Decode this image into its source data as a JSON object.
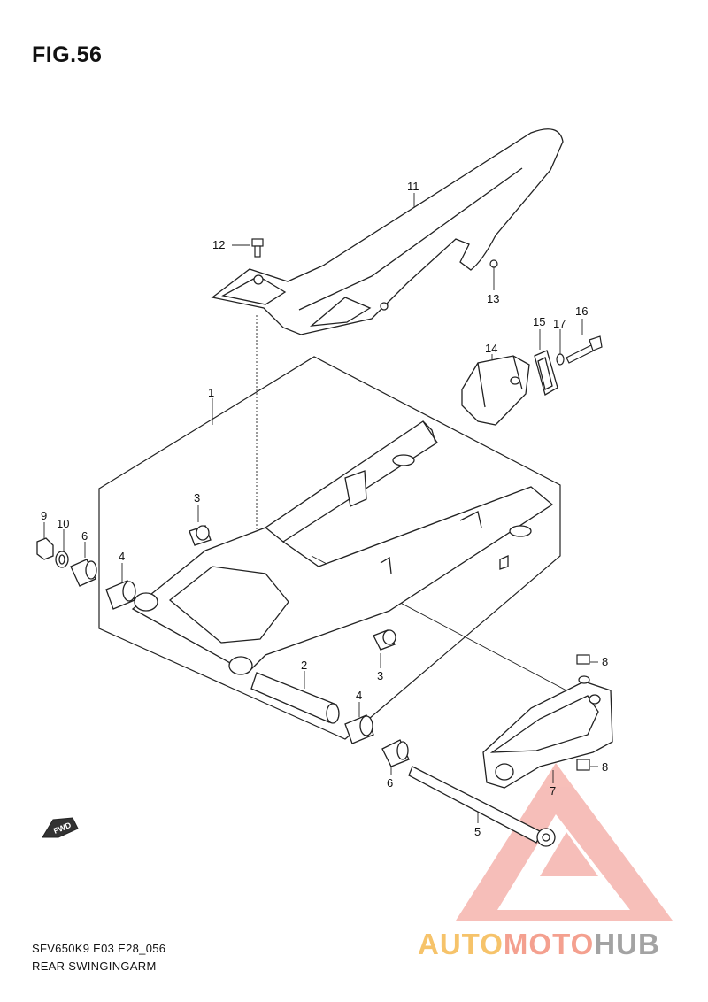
{
  "figure_title": "FIG.56",
  "caption": {
    "model_code": "SFV650K9 E03 E28_056",
    "group_name": "REAR SWINGINGARM"
  },
  "fwd_arrow_label": "FWD",
  "callouts": {
    "c1": "1",
    "c2": "2",
    "c3a": "3",
    "c3b": "3",
    "c4a": "4",
    "c4b": "4",
    "c5": "5",
    "c6a": "6",
    "c6b": "6",
    "c7": "7",
    "c8a": "8",
    "c8b": "8",
    "c9": "9",
    "c10": "10",
    "c11": "11",
    "c12": "12",
    "c13": "13",
    "c14": "14",
    "c15": "15",
    "c16": "16",
    "c17": "17"
  },
  "watermark": {
    "part1": "AUTO",
    "part2": "MOTO",
    "part3": "HUB",
    "colors": {
      "auto": "#f6c36a",
      "moto": "#f4a08f",
      "hub": "#a3a3a3"
    }
  }
}
